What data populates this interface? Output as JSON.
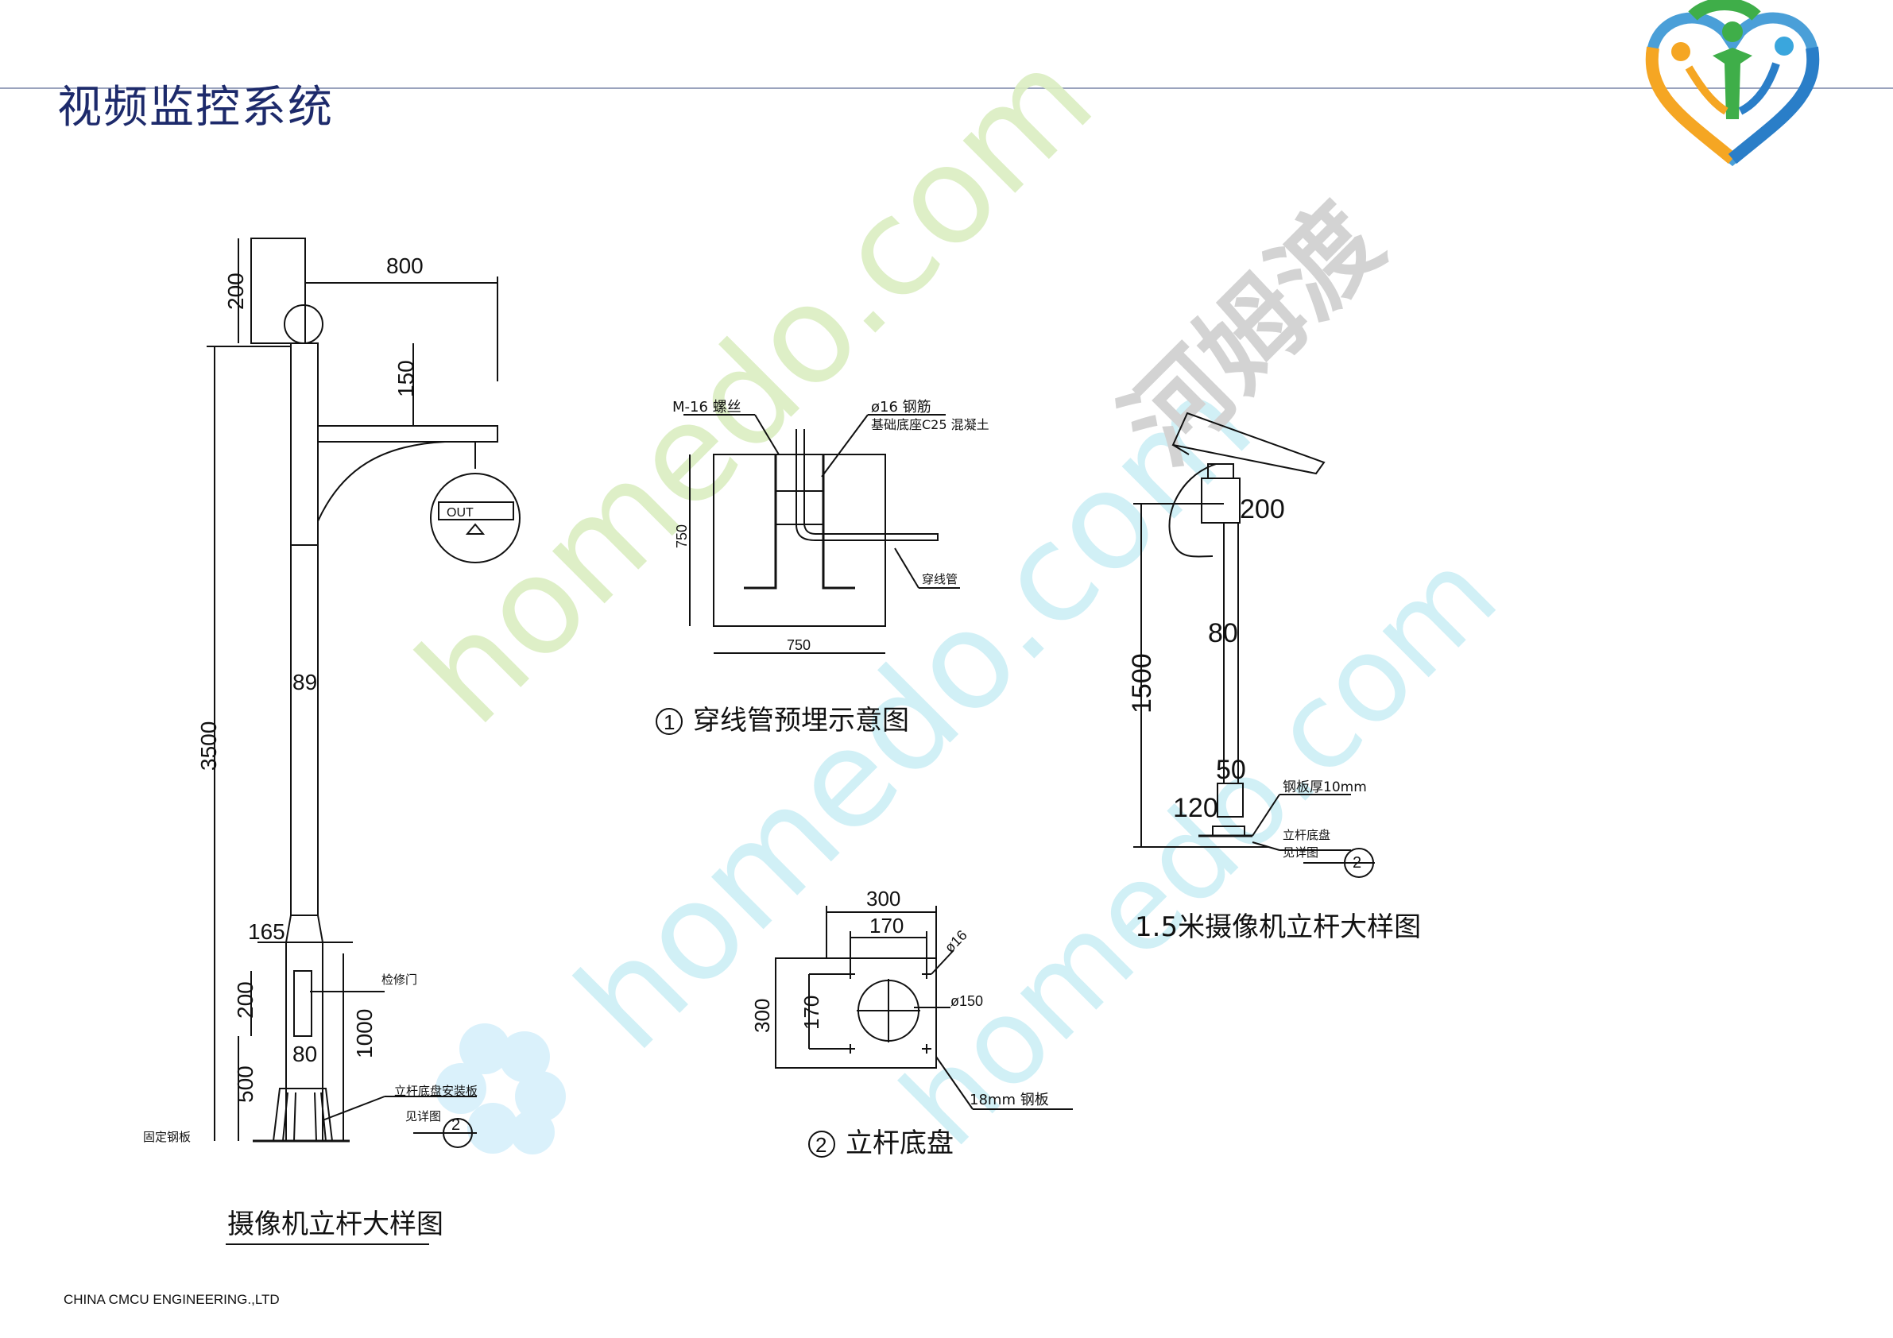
{
  "header": {
    "title": "视频监控系统"
  },
  "footer": {
    "company": "CHINA CMCU ENGINEERING.,LTD"
  },
  "watermark": {
    "site_1": "homedo.com",
    "site_2": "homedo.com",
    "site_3": "homedo.com",
    "brand": "河姆渡"
  },
  "colors": {
    "title": "#1d2a6b",
    "rule": "#9aa3bd",
    "ink": "#111111",
    "wm_green": "#dbeec2",
    "wm_cyan": "#cdeff6",
    "wm_gray": "#cfcfcf"
  },
  "drawing_camera_pole": {
    "caption": "摄像机立杆大样图",
    "dim_top_arm_width": "800",
    "dim_top_height": "200",
    "dim_arm_offset": "150",
    "dim_total_height": "3500",
    "dim_pole_diameter": "89",
    "dim_base_width": "165",
    "dim_door_height": "200",
    "dim_door_width": "80",
    "dim_base_height": "500",
    "dim_door_elevation": "1000",
    "label_camera_out": "OUT",
    "label_inspection_door": "检修门",
    "label_base_plate_1": "立杆底盘安装板",
    "label_base_plate_2": "见详图",
    "label_fixed_plate": "固定钢板",
    "ref_number": "2"
  },
  "drawing_conduit": {
    "caption_num": "1",
    "caption": "穿线管预埋示意图",
    "label_bolt": "M-16 螺丝",
    "label_rebar": "ø16 钢筋",
    "label_concrete": "基础底座C25 混凝土",
    "label_conduit": "穿线管",
    "dim_height": "750",
    "dim_width": "750"
  },
  "drawing_base_plate": {
    "caption_num": "2",
    "caption": "立杆底盘",
    "dim_outer": "300",
    "dim_inner": "170",
    "dim_outer_v": "300",
    "dim_inner_v": "170",
    "label_hole": "ø16",
    "label_center": "ø150",
    "label_plate": "18mm 钢板"
  },
  "drawing_short_pole": {
    "caption": "1.5米摄像机立杆大样图",
    "dim_head": "200",
    "dim_pole": "80",
    "dim_height": "1500",
    "dim_sleeve": "50",
    "dim_base": "120",
    "label_plate_thickness": "钢板厚10mm",
    "label_base_1": "立杆底盘",
    "label_base_2": "见详图",
    "ref_number": "2"
  }
}
